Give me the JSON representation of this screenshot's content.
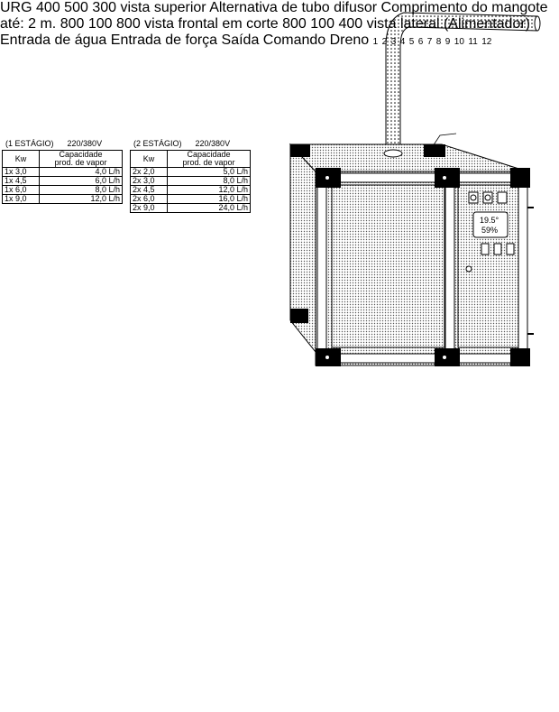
{
  "tables": [
    {
      "title": "(1 ESTÁGIO)",
      "voltage": "220/380V",
      "col_kw": "Kw",
      "col_cap_1": "Capacidade",
      "col_cap_2": "prod. de vapor",
      "rows": [
        {
          "kw": "1x 3,0",
          "cap": "4,0 L/h"
        },
        {
          "kw": "1x 4,5",
          "cap": "6,0 L/h"
        },
        {
          "kw": "1x 6,0",
          "cap": "8,0 L/h"
        },
        {
          "kw": "1x 9,0",
          "cap": "12,0 L/h"
        }
      ]
    },
    {
      "title": "(2 ESTÁGIO)",
      "voltage": "220/380V",
      "col_kw": "Kw",
      "col_cap_1": "Capacidade",
      "col_cap_2": "prod. de vapor",
      "rows": [
        {
          "kw": "2x 2,0",
          "cap": "5,0 L/h"
        },
        {
          "kw": "2x 3,0",
          "cap": "8,0 L/h"
        },
        {
          "kw": "2x 4,5",
          "cap": "12,0 L/h"
        },
        {
          "kw": "2x 6,0",
          "cap": "16,0 L/h"
        },
        {
          "kw": "2x 9,0",
          "cap": "24,0 L/h"
        }
      ]
    }
  ],
  "views": {
    "top": {
      "caption": "vista superior",
      "dim_height": "400",
      "dim_a": "500",
      "dim_b": "300"
    },
    "front": {
      "caption": "vista frontal em corte",
      "dim_height": "800",
      "dim_base": "100",
      "dim_width": "800"
    },
    "side": {
      "caption": "vista lateral",
      "dim_height": "800",
      "dim_base": "100",
      "dim_width": "400"
    }
  },
  "side_labels": {
    "alimentador": "(Alimentador)",
    "agua": "Entrada de água",
    "forca": "Entrada de força",
    "comando": "Saída Comando",
    "dreno": "Dreno"
  },
  "notes": {
    "line1": "Alternativa de tubo difusor",
    "line2": "Comprimento do mangote até: 2 m."
  },
  "display": {
    "line1": "19.5°",
    "line2": "59%"
  },
  "brand": "URG",
  "callouts": [
    "1",
    "2",
    "3",
    "4",
    "5",
    "6",
    "7",
    "8",
    "9",
    "10",
    "11",
    "12"
  ]
}
